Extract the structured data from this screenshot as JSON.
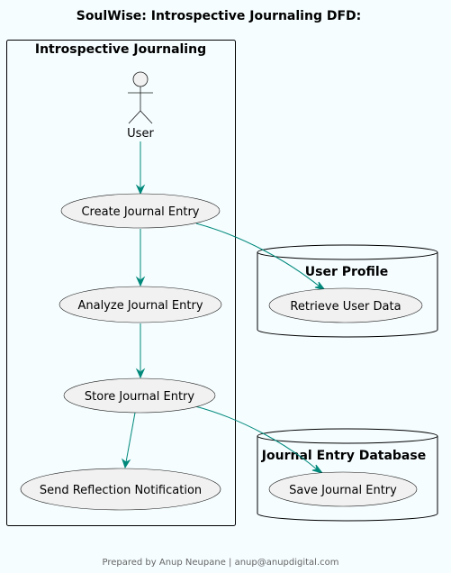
{
  "title": "SoulWise: Introspective Journaling DFD:",
  "packages": {
    "journaling": {
      "label": "Introspective Journaling"
    },
    "user_profile": {
      "label": "User Profile"
    },
    "journal_db": {
      "label": "Journal Entry Database"
    }
  },
  "actor": {
    "label": "User"
  },
  "use_cases": {
    "create": "Create Journal Entry",
    "analyze": "Analyze Journal Entry",
    "store": "Store Journal Entry",
    "send": "Send Reflection Notification",
    "retrieve": "Retrieve User Data",
    "save": "Save Journal Entry"
  },
  "footer": "Prepared by Anup Neupane | anup@anupdigital.com",
  "colors": {
    "background": "#F5FDFF",
    "edge": "#00897B",
    "use_case_fill": "#F1F1F1"
  }
}
